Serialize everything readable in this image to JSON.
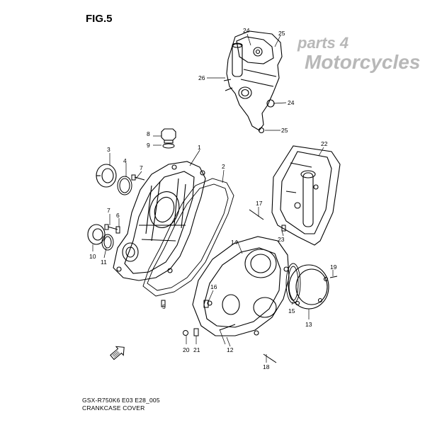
{
  "figure": {
    "title": "FIG.5",
    "model_code": "GSX-R750K6 E03 E28_005",
    "caption": "CRANKCASE COVER"
  },
  "watermark": {
    "line1": "parts 4",
    "line2": "Motorcycles"
  },
  "callouts": [
    "1",
    "2",
    "3",
    "4",
    "5",
    "6",
    "7",
    "7",
    "8",
    "9",
    "10",
    "11",
    "12",
    "13",
    "14",
    "15",
    "16",
    "17",
    "18",
    "19",
    "20",
    "21",
    "22",
    "23",
    "24",
    "24",
    "25",
    "25",
    "26"
  ],
  "colors": {
    "line": "#000000",
    "watermark": "#b8b8b8",
    "background": "#ffffff"
  },
  "icons": {
    "direction_arrow": "front-direction-arrow-icon"
  }
}
